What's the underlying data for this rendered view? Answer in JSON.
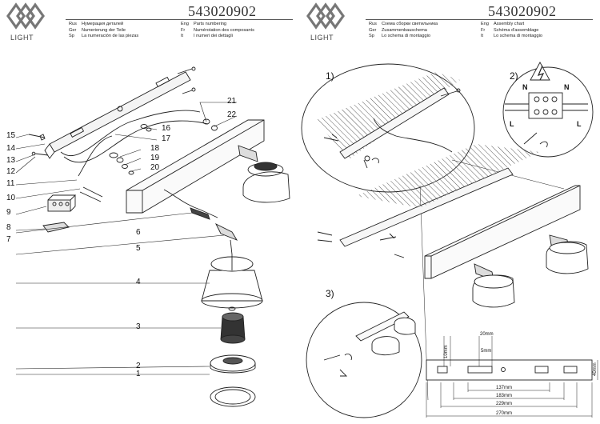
{
  "model_number": "543020902",
  "logo_text": "LIGHT",
  "left_page": {
    "legend": [
      {
        "lang": "Rus",
        "text": "Нумерация деталей"
      },
      {
        "lang": "Ger",
        "text": "Numerierung der Teile"
      },
      {
        "lang": "Sp",
        "text": "La numeración de las piezas"
      },
      {
        "lang": "Eng",
        "text": "Parts numbering"
      },
      {
        "lang": "Fr",
        "text": "Numérotation des composants"
      },
      {
        "lang": "It",
        "text": "I numeri dei dettagli"
      }
    ],
    "part_numbers": [
      "1",
      "2",
      "3",
      "4",
      "5",
      "6",
      "7",
      "8",
      "9",
      "10",
      "11",
      "12",
      "13",
      "14",
      "15",
      "16",
      "17",
      "18",
      "19",
      "20",
      "21",
      "22"
    ]
  },
  "right_page": {
    "legend": [
      {
        "lang": "Rus",
        "text": "Схема сборки светильника"
      },
      {
        "lang": "Ger",
        "text": "Zusammenbauschema"
      },
      {
        "lang": "Sp",
        "text": "Lo schema di montaggio"
      },
      {
        "lang": "Eng",
        "text": "Assembly chart"
      },
      {
        "lang": "Fr",
        "text": "Schéma d'assemblage"
      },
      {
        "lang": "It",
        "text": "Lo schema di montaggio"
      }
    ],
    "steps": [
      "1)",
      "2)",
      "3)"
    ],
    "terminal_labels": [
      "N",
      "N",
      "L",
      "L"
    ],
    "dimensions": [
      "20mm",
      "5mm",
      "10mm",
      "137mm",
      "183mm",
      "229mm",
      "270mm",
      "40mm"
    ]
  }
}
